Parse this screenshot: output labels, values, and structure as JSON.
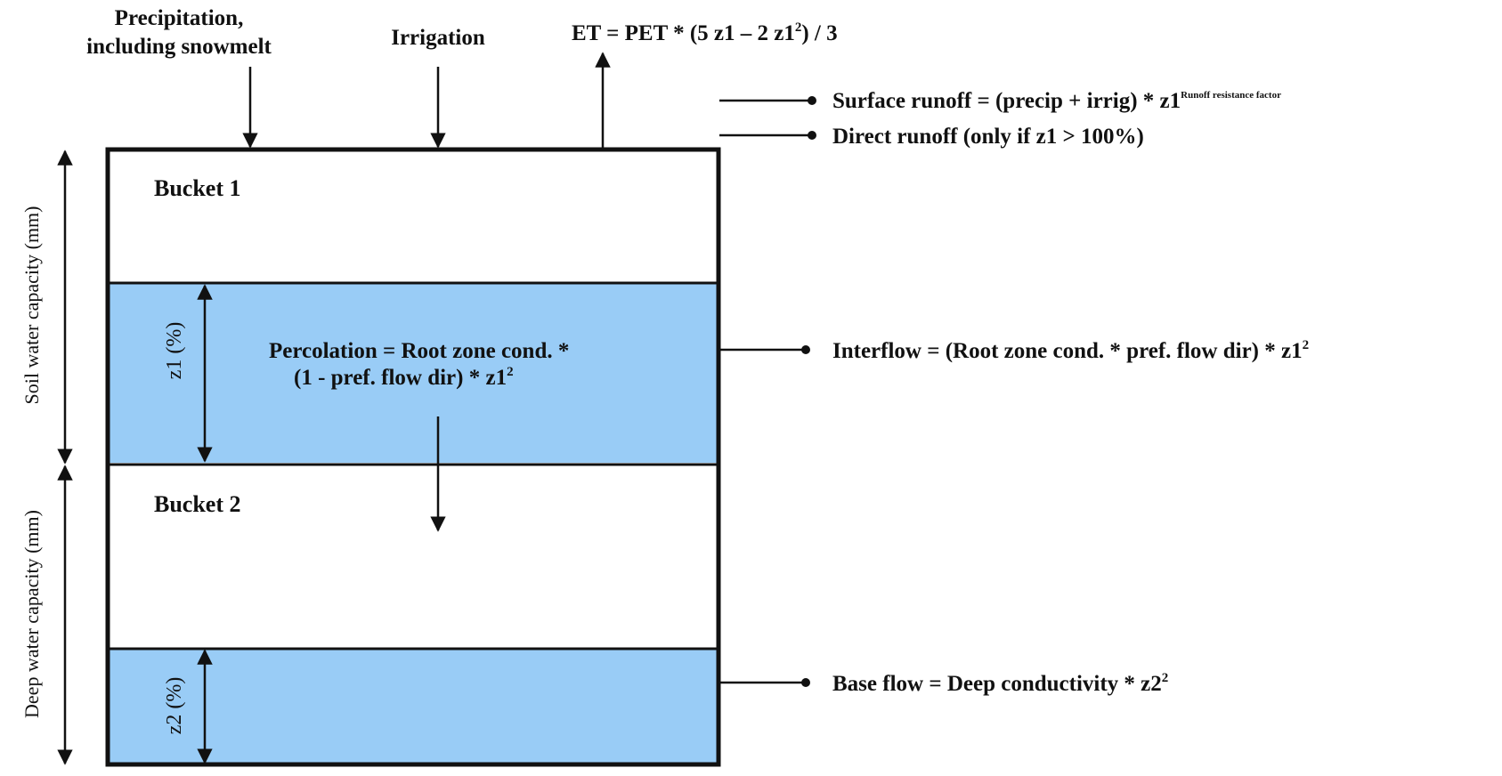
{
  "colors": {
    "water": "#99ccf6",
    "ink": "#111111",
    "background": "#ffffff"
  },
  "inputs": {
    "precipitation_line1": "Precipitation,",
    "precipitation_line2": "including snowmelt",
    "irrigation": "Irrigation",
    "et_equation": "ET = PET * (5 z1 – 2 z1",
    "et_sup": "2",
    "et_tail": ") / 3"
  },
  "outputs": {
    "surface_runoff": "Surface runoff = (precip + irrig) * z1",
    "surface_runoff_exponent": "Runoff resistance factor",
    "direct_runoff": "Direct runoff (only if z1 > 100%)",
    "interflow": "Interflow = (Root zone cond. * pref. flow dir) * z1",
    "interflow_sup": "2",
    "base_flow": "Base flow = Deep conductivity * z2",
    "base_flow_sup": "2"
  },
  "buckets": {
    "bucket1": "Bucket 1",
    "bucket2": "Bucket 2",
    "z1": "z1 (%)",
    "z2": "z2 (%)",
    "percolation_line1": "Percolation = Root zone cond. *",
    "percolation_line2": "(1 - pref. flow dir) * z1",
    "percolation_sup": "2"
  },
  "axes": {
    "soil_capacity": "Soil water capacity (mm)",
    "deep_capacity": "Deep water capacity (mm)"
  }
}
